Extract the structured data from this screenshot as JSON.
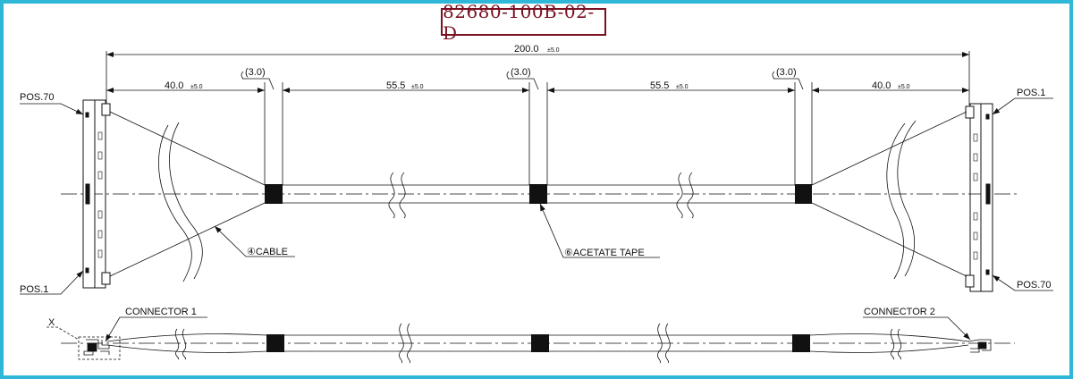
{
  "drawing": {
    "title": "82680-100B-02-D",
    "dims": {
      "overall": "200.0",
      "overall_tol": "±5.0",
      "left_seg": "40.0",
      "left_tol": "±5.0",
      "mid1": "55.5",
      "mid1_tol": "±5.0",
      "mid2": "55.5",
      "mid2_tol": "±5.0",
      "right_seg": "40.0",
      "right_tol": "±5.0",
      "tape1": "(3.0)",
      "tape2": "(3.0)",
      "tape3": "(3.0)"
    },
    "labels": {
      "pos70_left": "POS.70",
      "pos1_left": "POS.1",
      "pos1_right": "POS.1",
      "pos70_right": "POS.70",
      "cable": "④CABLE",
      "tape": "⑥ACETATE TAPE",
      "connector1": "CONNECTOR 1",
      "connector2": "CONNECTOR 2",
      "x_mark": "X"
    }
  },
  "colors": {
    "frame": "#2fb7d8",
    "title": "#7a1020",
    "line": "#111111"
  }
}
